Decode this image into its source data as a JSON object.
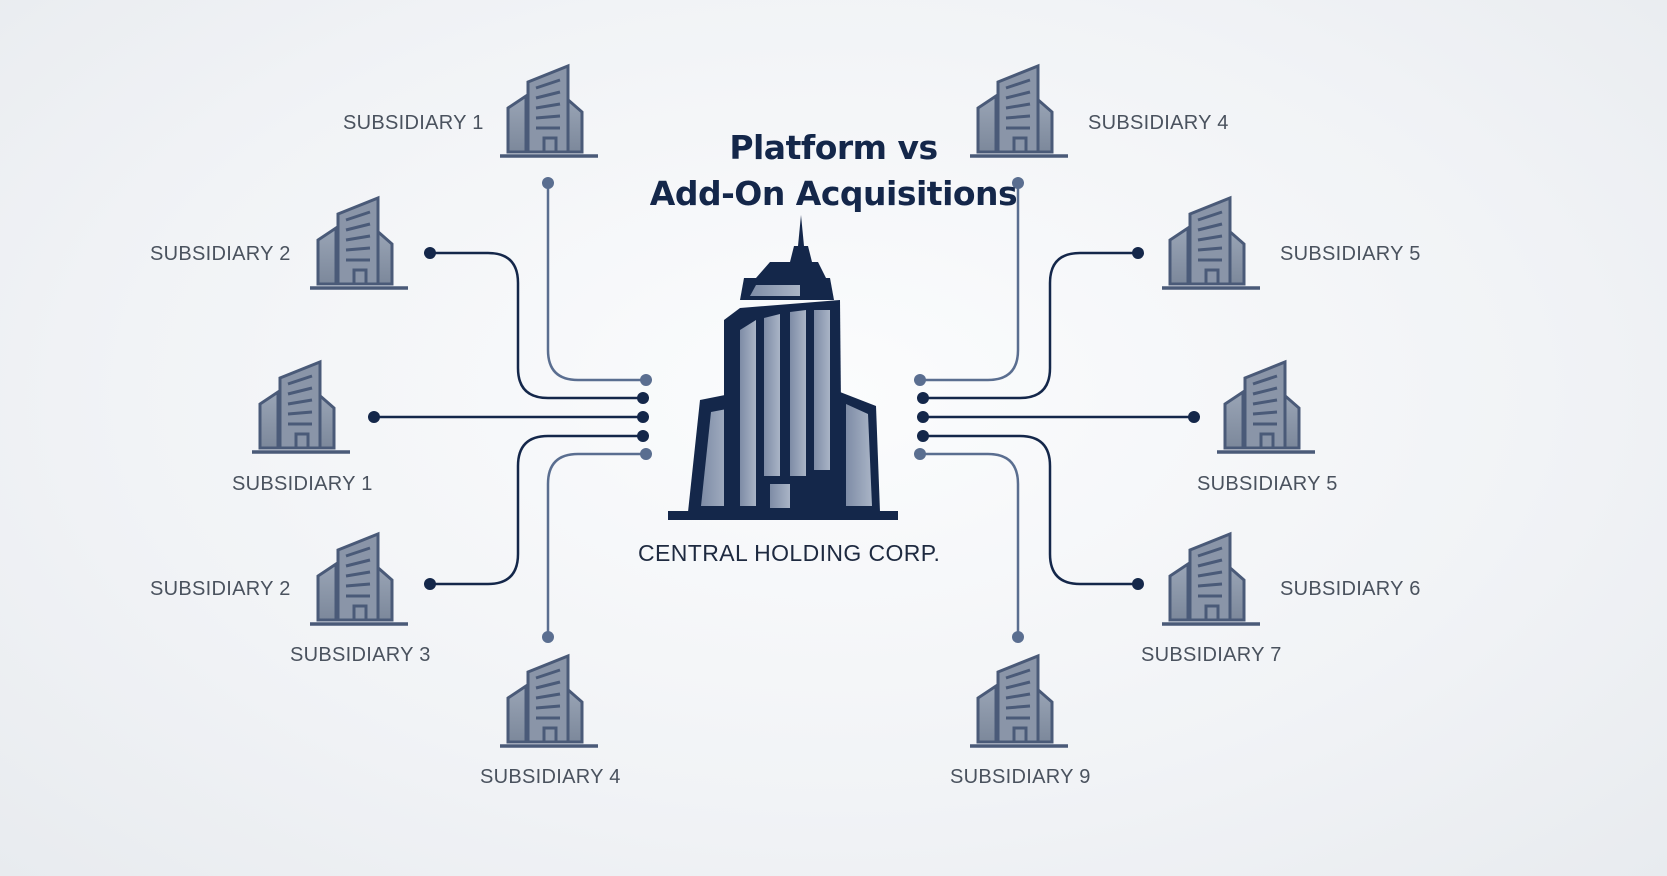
{
  "title": [
    "Platform vs",
    "Add-On Acquisitions"
  ],
  "center_label": "CENTRAL HOLDING CORP.",
  "subsidiaries": [
    {
      "label": "SUBSIDIARY 1",
      "side": "left"
    },
    {
      "label": "SUBSIDIARY 2",
      "side": "left"
    },
    {
      "label": "SUBSIDIARY 1",
      "side": "left"
    },
    {
      "label": "SUBSIDIARY 2",
      "side": "left"
    },
    {
      "label": "SUBSIDIARY 3",
      "side": "left"
    },
    {
      "label": "SUBSIDIARY 4",
      "side": "left"
    },
    {
      "label": "SUBSIDIARY 4",
      "side": "right"
    },
    {
      "label": "SUBSIDIARY 5",
      "side": "right"
    },
    {
      "label": "SUBSIDIARY 5",
      "side": "right"
    },
    {
      "label": "SUBSIDIARY 6",
      "side": "right"
    },
    {
      "label": "SUBSIDIARY 7",
      "side": "right"
    },
    {
      "label": "SUBSIDIARY 9",
      "side": "right"
    }
  ],
  "colors": {
    "navy": "#14274a",
    "slate": "#5a6e90",
    "building_fill": "#8b96a8",
    "building_stroke": "#3e4f6e",
    "text": "#4a525e"
  }
}
